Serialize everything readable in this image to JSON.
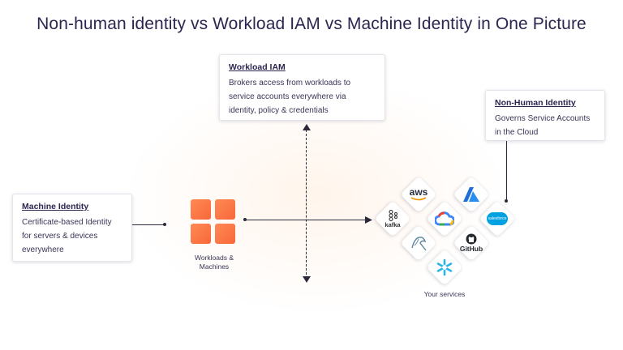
{
  "title": "Non-human identity vs Workload IAM vs Machine Identity in One Picture",
  "workload_iam": {
    "title": "Workload IAM",
    "lines": [
      "Brokers access from workloads to",
      "service accounts everywhere via",
      "identity, policy & credentials"
    ]
  },
  "non_human_identity": {
    "title": "Non-Human Identity",
    "lines": [
      "Governs Service Accounts",
      "in the Cloud"
    ]
  },
  "machine_identity": {
    "title": "Machine Identity",
    "lines": [
      "Certificate-based Identity",
      "for  servers & devices",
      "everywhere"
    ]
  },
  "workloads": {
    "label_line1": "Workloads &",
    "label_line2": "Machines"
  },
  "services": {
    "label": "Your services",
    "logos": {
      "aws": "aws",
      "kafka": "kafka",
      "salesforce": "salesforce",
      "github": "GitHub"
    }
  },
  "colors": {
    "accent": "#f8673a",
    "line": "#2b2a3a",
    "text": "#2b2650"
  }
}
